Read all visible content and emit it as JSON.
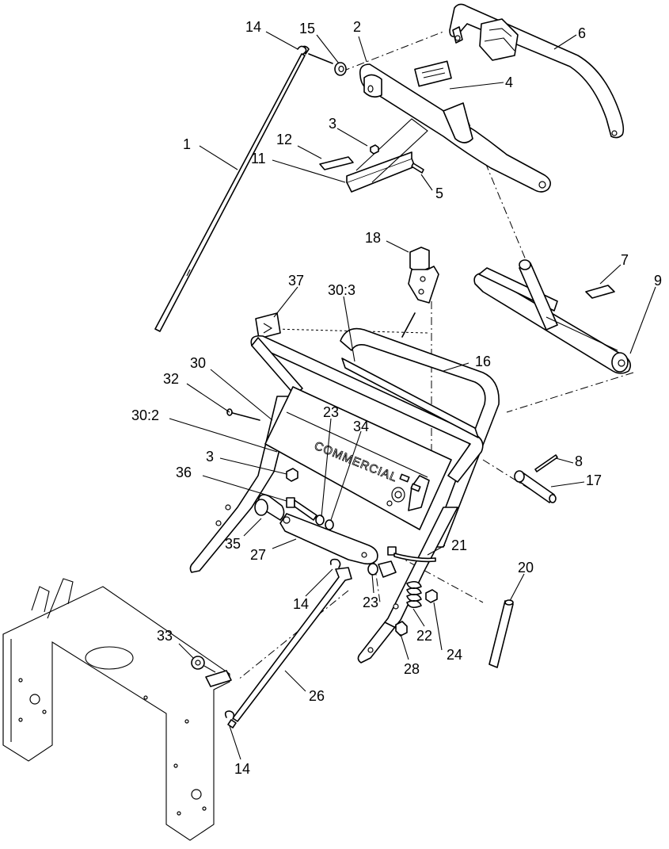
{
  "diagram": {
    "brand_text": "COMMERCIAL",
    "callouts": [
      {
        "id": "c-14a",
        "text": "14"
      },
      {
        "id": "c-15",
        "text": "15"
      },
      {
        "id": "c-2",
        "text": "2"
      },
      {
        "id": "c-6",
        "text": "6"
      },
      {
        "id": "c-4",
        "text": "4"
      },
      {
        "id": "c-1",
        "text": "1"
      },
      {
        "id": "c-3a",
        "text": "3"
      },
      {
        "id": "c-12",
        "text": "12"
      },
      {
        "id": "c-11",
        "text": "11"
      },
      {
        "id": "c-5",
        "text": "5"
      },
      {
        "id": "c-18",
        "text": "18"
      },
      {
        "id": "c-7",
        "text": "7"
      },
      {
        "id": "c-9",
        "text": "9"
      },
      {
        "id": "c-37",
        "text": "37"
      },
      {
        "id": "c-30-3",
        "text": "30:3"
      },
      {
        "id": "c-16",
        "text": "16"
      },
      {
        "id": "c-30",
        "text": "30"
      },
      {
        "id": "c-32",
        "text": "32"
      },
      {
        "id": "c-30-2",
        "text": "30:2"
      },
      {
        "id": "c-23a",
        "text": "23"
      },
      {
        "id": "c-34",
        "text": "34"
      },
      {
        "id": "c-3b",
        "text": "3"
      },
      {
        "id": "c-36",
        "text": "36"
      },
      {
        "id": "c-8",
        "text": "8"
      },
      {
        "id": "c-17",
        "text": "17"
      },
      {
        "id": "c-35",
        "text": "35"
      },
      {
        "id": "c-27",
        "text": "27"
      },
      {
        "id": "c-21",
        "text": "21"
      },
      {
        "id": "c-20",
        "text": "20"
      },
      {
        "id": "c-14b",
        "text": "14"
      },
      {
        "id": "c-23b",
        "text": "23"
      },
      {
        "id": "c-22",
        "text": "22"
      },
      {
        "id": "c-24",
        "text": "24"
      },
      {
        "id": "c-33",
        "text": "33"
      },
      {
        "id": "c-28",
        "text": "28"
      },
      {
        "id": "c-26",
        "text": "26"
      },
      {
        "id": "c-14c",
        "text": "14"
      }
    ]
  }
}
